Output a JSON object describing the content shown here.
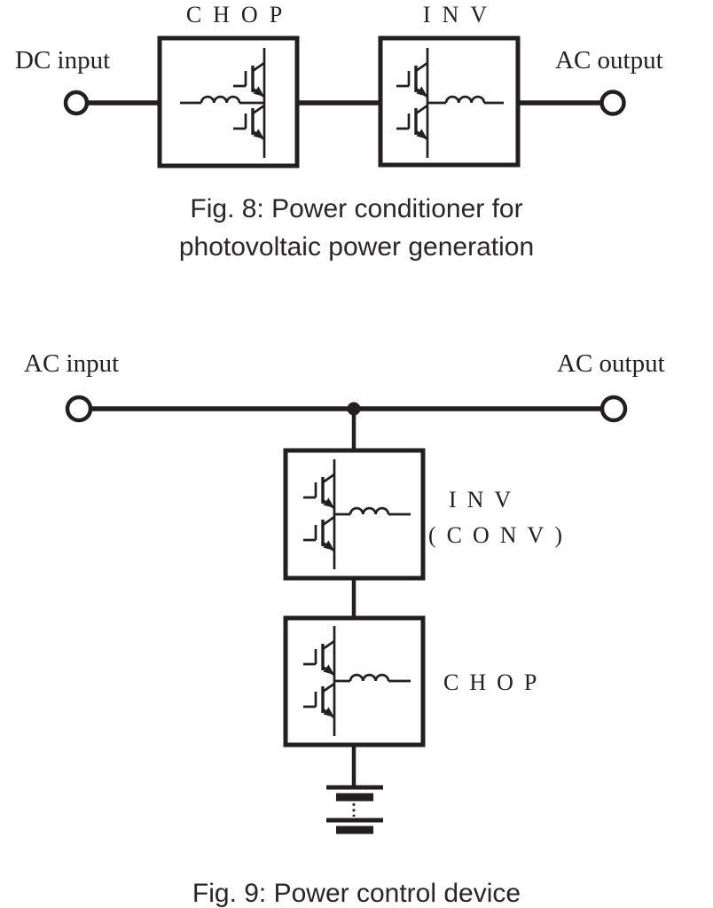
{
  "fig8": {
    "chop_box_label": "CHOP",
    "inv_box_label": "INV",
    "dc_input_label": "DC input",
    "ac_output_label": "AC output",
    "caption_line1": "Fig. 8: Power conditioner for",
    "caption_line2": "photovoltaic power generation"
  },
  "fig9": {
    "ac_input_label": "AC input",
    "ac_output_label": "AC output",
    "inv_box_label": "INV",
    "inv_box_sublabel": "(CONV)",
    "chop_box_label": "CHOP",
    "caption": "Fig. 9: Power control device"
  },
  "colors": {
    "ink": "#231f20",
    "background": "#ffffff"
  },
  "icons": {
    "igbt_half_bridge": "two stacked IGBT transistors on a vertical rail",
    "inductor": "three-bump coil",
    "battery": "multi-cell battery with dotted continuation",
    "terminal": "open circle connector",
    "junction": "filled node dot"
  }
}
